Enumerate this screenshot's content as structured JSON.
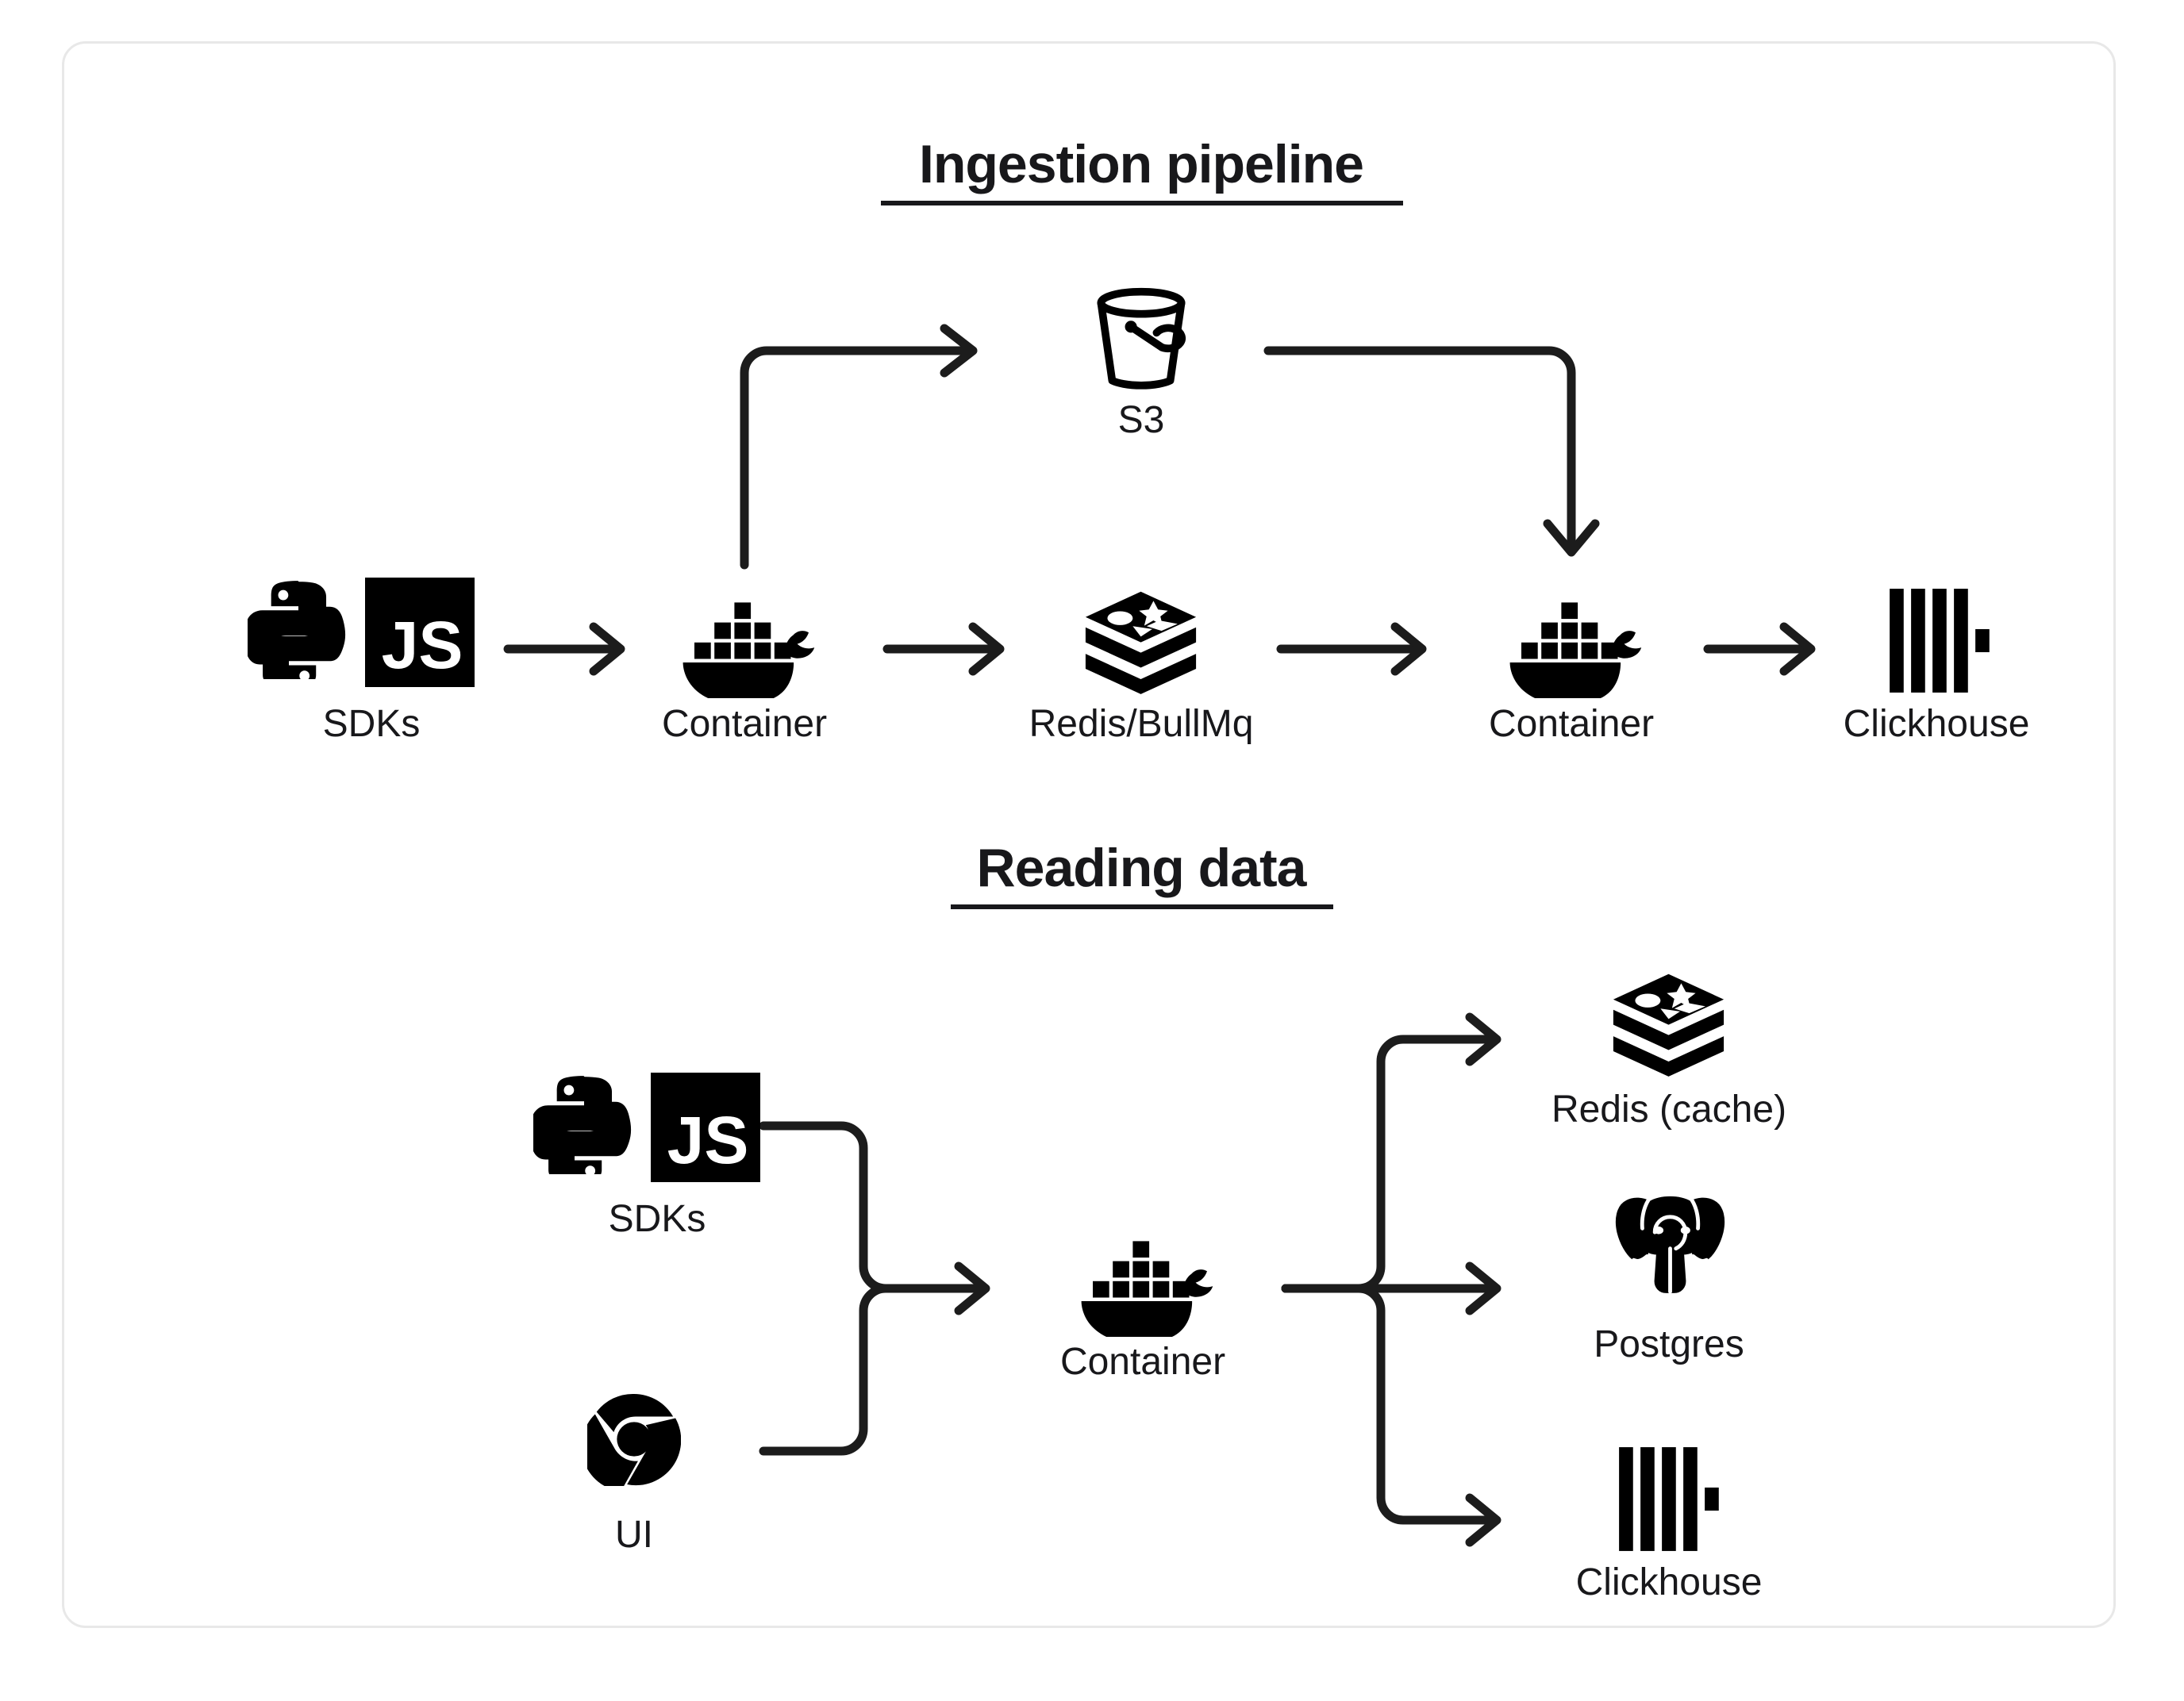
{
  "card": {
    "border_color": "#e8e8e8",
    "background": "#ffffff"
  },
  "ink_color": "#18181b",
  "sections": [
    {
      "id": "ingestion",
      "title": "Ingestion pipeline",
      "nodes": [
        {
          "id": "sdks-1",
          "label": "SDKs",
          "icon": "python-js-sdk-icon"
        },
        {
          "id": "container-1",
          "label": "Container",
          "icon": "docker-whale-icon"
        },
        {
          "id": "s3",
          "label": "S3",
          "icon": "s3-bucket-icon"
        },
        {
          "id": "redis-bull",
          "label": "Redis/BullMq",
          "icon": "redis-stack-icon"
        },
        {
          "id": "container-2",
          "label": "Container",
          "icon": "docker-whale-icon"
        },
        {
          "id": "clickhouse-1",
          "label": "Clickhouse",
          "icon": "clickhouse-bars-icon"
        }
      ],
      "edges": [
        {
          "from": "sdks-1",
          "to": "container-1",
          "style": "straight"
        },
        {
          "from": "container-1",
          "to": "s3",
          "style": "elbow-up-right"
        },
        {
          "from": "container-1",
          "to": "redis-bull",
          "style": "straight"
        },
        {
          "from": "redis-bull",
          "to": "container-2",
          "style": "straight"
        },
        {
          "from": "s3",
          "to": "container-2",
          "style": "elbow-right-down"
        },
        {
          "from": "container-2",
          "to": "clickhouse-1",
          "style": "straight"
        }
      ]
    },
    {
      "id": "reading",
      "title": "Reading data",
      "nodes": [
        {
          "id": "sdks-2",
          "label": "SDKs",
          "icon": "python-js-sdk-icon"
        },
        {
          "id": "ui",
          "label": "UI",
          "icon": "chrome-browser-icon"
        },
        {
          "id": "container-3",
          "label": "Container",
          "icon": "docker-whale-icon"
        },
        {
          "id": "redis-cache",
          "label": "Redis (cache)",
          "icon": "redis-stack-icon"
        },
        {
          "id": "postgres",
          "label": "Postgres",
          "icon": "postgres-elephant-icon"
        },
        {
          "id": "clickhouse-2",
          "label": "Clickhouse",
          "icon": "clickhouse-bars-icon"
        }
      ],
      "edges": [
        {
          "from": "sdks-2",
          "to": "container-3",
          "style": "merge-from-top"
        },
        {
          "from": "ui",
          "to": "container-3",
          "style": "merge-from-bottom"
        },
        {
          "from": "container-3",
          "to": "redis-cache",
          "style": "split-to-top"
        },
        {
          "from": "container-3",
          "to": "postgres",
          "style": "split-to-middle"
        },
        {
          "from": "container-3",
          "to": "clickhouse-2",
          "style": "split-to-bottom"
        }
      ]
    }
  ],
  "icon_labels": {
    "js_text": "JS"
  }
}
